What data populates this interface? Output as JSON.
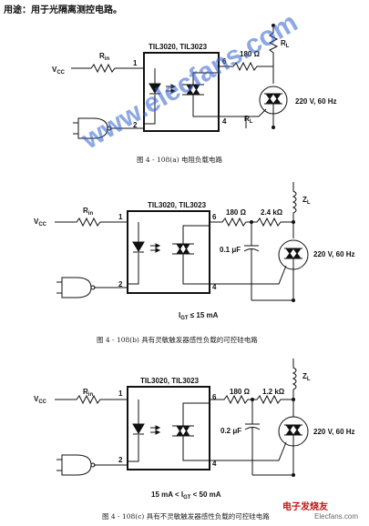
{
  "header": {
    "text": "用途：用于光隔离测控电路。"
  },
  "watermark": {
    "text": "www.elecfans.com"
  },
  "logo": {
    "text1": "电子发烧友",
    "text2": "Elecfans.com"
  },
  "circuits": [
    {
      "part": "TIL3020, TIL3023",
      "vcc": "V",
      "vcc_sub": "CC",
      "rin": "R",
      "rin_sub": "in",
      "pins": [
        "1",
        "2",
        "6",
        "4"
      ],
      "r_series": "180 Ω",
      "load_top": "R",
      "load_top_sub": "L",
      "load_bottom": "R",
      "load_bottom_sub": "L",
      "mains": "220 V, 60 Hz",
      "caption": "图 4 - 108(a)   电阻负载电路"
    },
    {
      "part": "TIL3020, TIL3023",
      "vcc": "V",
      "vcc_sub": "CC",
      "rin": "R",
      "rin_sub": "in",
      "pins": [
        "1",
        "2",
        "6",
        "4"
      ],
      "r_series": "180 Ω",
      "r_second": "2.4 kΩ",
      "cap": "0.1 μF",
      "load": "Z",
      "load_sub": "L",
      "mains": "220 V, 60 Hz",
      "igt_main": "I",
      "igt_sub": "GT",
      "igt_rest": " ≤ 15 mA",
      "caption": "图 4 - 108(b)   具有灵敏触发器感性负载的可控硅电路"
    },
    {
      "part": "TIL3020, TIL3023",
      "vcc": "V",
      "vcc_sub": "CC",
      "rin": "R",
      "rin_sub": "in",
      "pins": [
        "1",
        "2",
        "6",
        "4"
      ],
      "r_series": "180 Ω",
      "r_second": "1.2 kΩ",
      "cap": "0.2 μF",
      "load": "Z",
      "load_sub": "L",
      "mains": "220 V, 60 Hz",
      "igt_pre": "15 mA < ",
      "igt_main": "I",
      "igt_sub": "GT",
      "igt_rest": " < 50 mA",
      "caption": "图 4 - 108(c)   具有不灵敏触发器感性负载的可控硅电路"
    }
  ]
}
